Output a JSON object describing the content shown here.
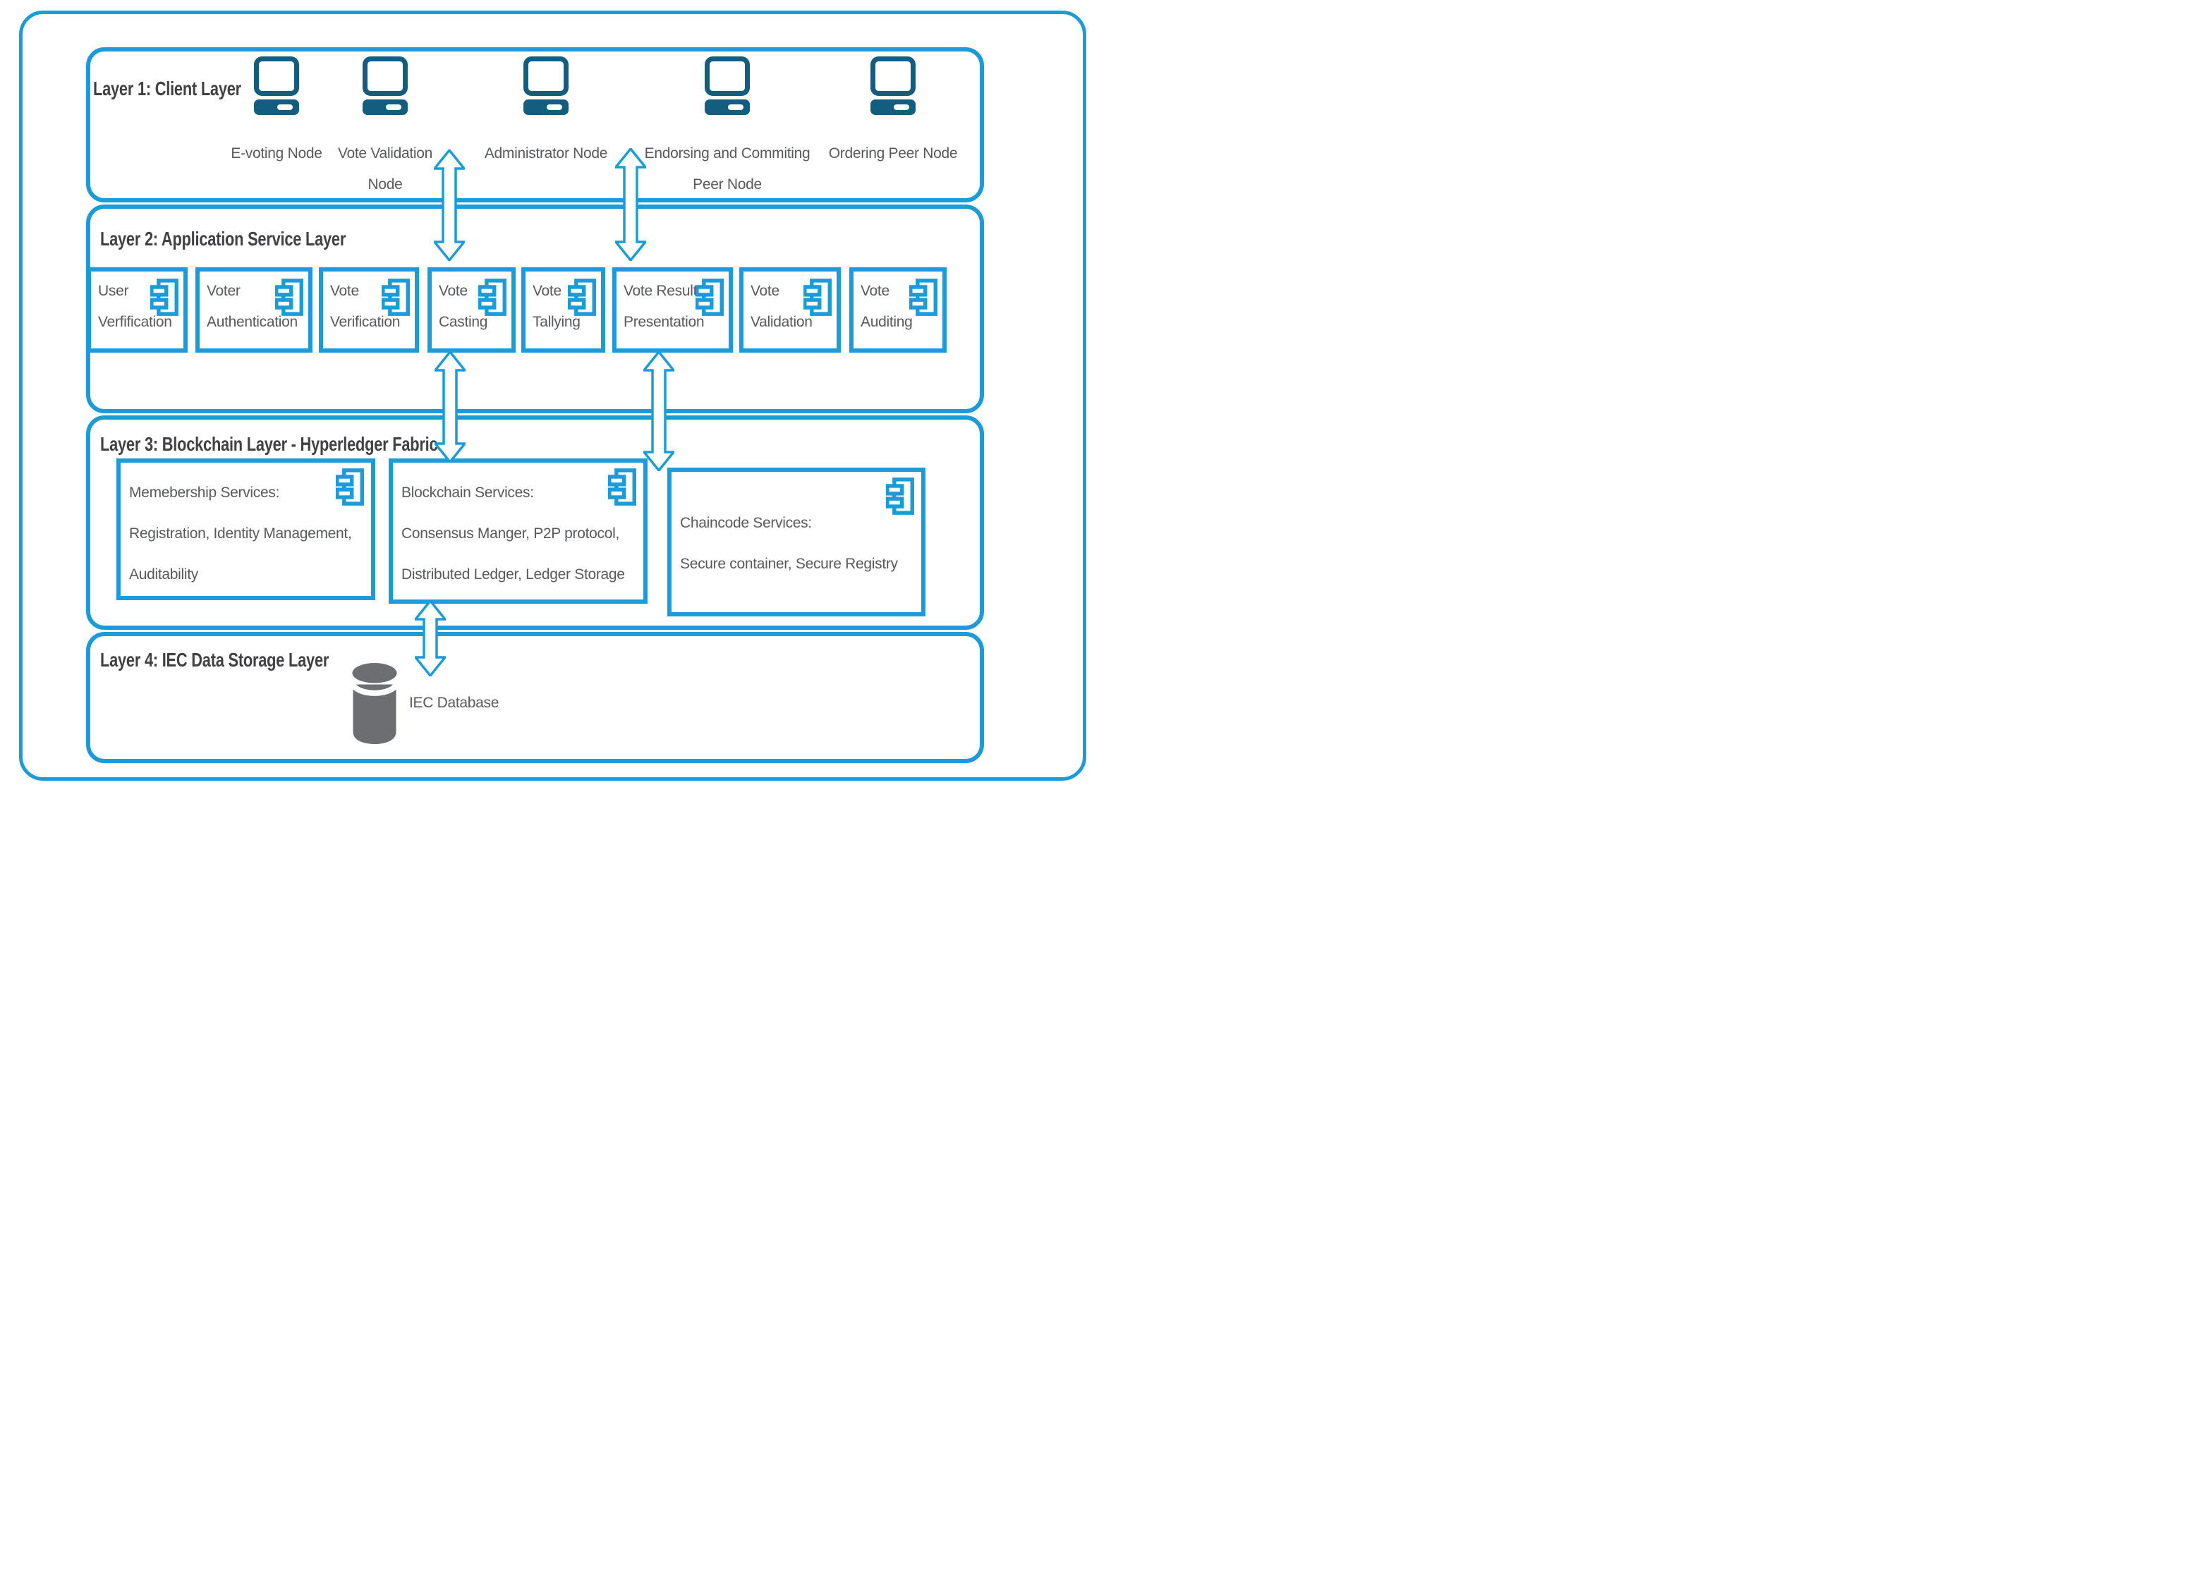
{
  "diagram_title": "Blockchain e-voting layered architecture",
  "palette": {
    "accent_blue": "#1b9bd8",
    "node_teal": "#135e7f",
    "title_gray": "#414042",
    "label_gray": "#58595b",
    "database_gray": "#6d6e71",
    "background": "#ffffff"
  },
  "icons": {
    "client": "desktop-computer-icon",
    "service": "uml-component-icon",
    "storage": "database-cylinder-icon",
    "flow": "double-headed-arrow-icon"
  },
  "layers": {
    "layer1": {
      "title": "Layer 1: Client Layer",
      "nodes": [
        {
          "line1": "E-voting Node",
          "line2": ""
        },
        {
          "line1": "Vote Validation",
          "line2": "Node"
        },
        {
          "line1": "Administrator Node",
          "line2": ""
        },
        {
          "line1": "Endorsing and Commiting",
          "line2": "Peer Node"
        },
        {
          "line1": "Ordering Peer Node",
          "line2": ""
        }
      ]
    },
    "layer2": {
      "title": "Layer 2: Application Service Layer",
      "services": [
        {
          "line1": "User",
          "line2": "Verfification"
        },
        {
          "line1": "Voter",
          "line2": "Authentication"
        },
        {
          "line1": "Vote",
          "line2": "Verification"
        },
        {
          "line1": "Vote",
          "line2": "Casting"
        },
        {
          "line1": "Vote",
          "line2": "Tallying"
        },
        {
          "line1": "Vote Result",
          "line2": "Presentation"
        },
        {
          "line1": "Vote",
          "line2": "Validation"
        },
        {
          "line1": "Vote",
          "line2": "Auditing"
        }
      ]
    },
    "layer3": {
      "title": "Layer 3: Blockchain Layer - Hyperledger Fabric",
      "services": [
        {
          "lines": [
            "Memebership Services:",
            "Registration, Identity Management,",
            "Auditability"
          ]
        },
        {
          "lines": [
            "Blockchain Services:",
            "Consensus Manger, P2P protocol,",
            "Distributed Ledger, Ledger Storage"
          ]
        },
        {
          "lines": [
            "Chaincode Services:",
            "Secure container, Secure Registry"
          ]
        }
      ]
    },
    "layer4": {
      "title": "Layer 4: IEC Data Storage Layer",
      "database_label": "IEC Database"
    }
  }
}
